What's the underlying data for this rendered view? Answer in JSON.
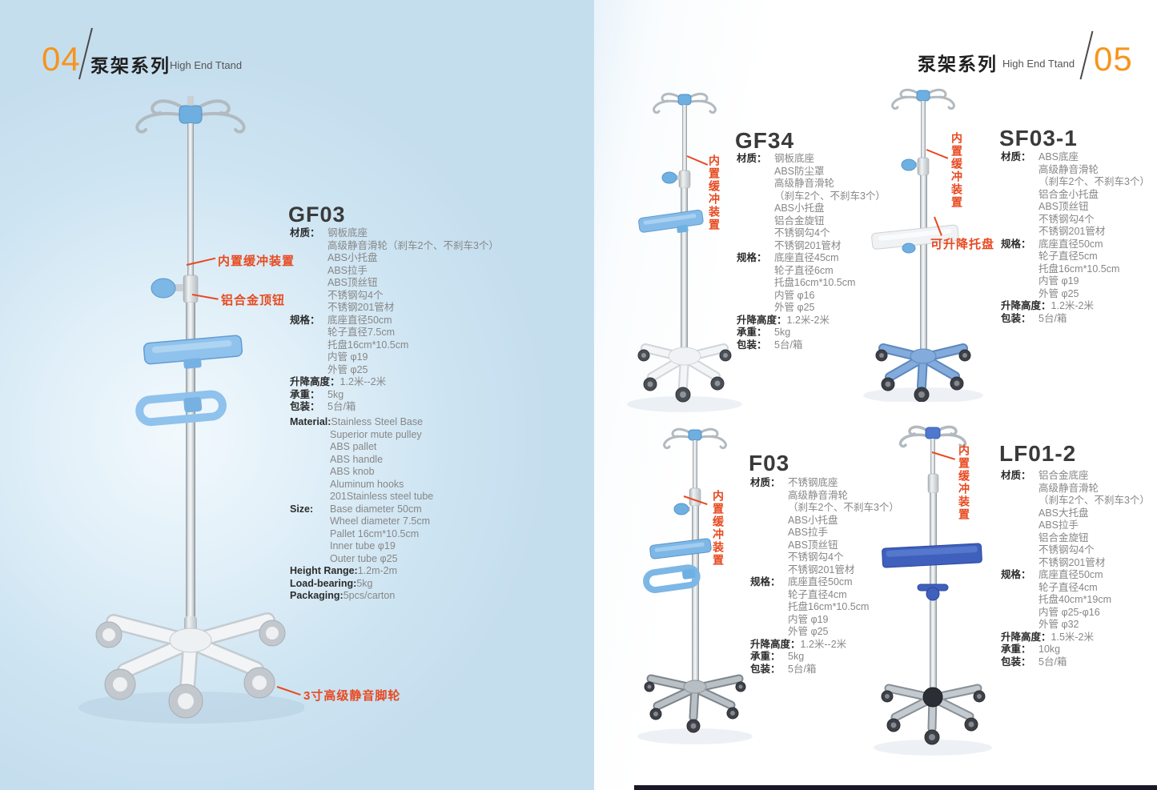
{
  "left_page": {
    "page_number": "04",
    "series_title_cn": "泵架系列",
    "series_title_en": "High End Ttand",
    "product": {
      "model": "GF03",
      "annotations": {
        "buffer": "内置缓冲装置",
        "knob": "铝合金顶钮",
        "caster": "3寸高级静音脚轮"
      },
      "specs_cn": [
        {
          "label": "材质：",
          "lines": [
            "钢板底座",
            "高级静音滑轮（刹车2个、不刹车3个）",
            "ABS小托盘",
            "ABS拉手",
            "ABS顶丝钮",
            "不锈钢勾4个",
            "不锈钢201管材"
          ]
        },
        {
          "label": "规格：",
          "lines": [
            "底座直径50cm",
            "轮子直径7.5cm",
            "托盘16cm*10.5cm",
            "内管 φ19",
            "外管 φ25"
          ]
        },
        {
          "label": "升降高度：",
          "lines": [
            "1.2米--2米"
          ]
        },
        {
          "label": "承重：",
          "lines": [
            "5kg"
          ]
        },
        {
          "label": "包装：",
          "lines": [
            "5台/箱"
          ]
        }
      ],
      "specs_en": [
        {
          "label": "Material:",
          "lines": [
            "Stainless Steel Base",
            "Superior mute pulley",
            "ABS pallet",
            "ABS handle",
            "ABS knob",
            "Aluminum hooks",
            "201Stainless steel tube"
          ]
        },
        {
          "label": "Size:",
          "lines": [
            "Base diameter 50cm",
            "Wheel diameter 7.5cm",
            "Pallet 16cm*10.5cm",
            "Inner tube φ19",
            "Outer tube φ25"
          ]
        },
        {
          "label": "Height Range:",
          "lines": [
            "1.2m-2m"
          ]
        },
        {
          "label": "Load-bearing:",
          "lines": [
            "5kg"
          ]
        },
        {
          "label": "Packaging:",
          "lines": [
            "5pcs/carton"
          ]
        }
      ]
    }
  },
  "right_page": {
    "page_number": "05",
    "series_title_cn": "泵架系列",
    "series_title_en": "High End Ttand",
    "products": [
      {
        "model": "GF34",
        "annotations": {
          "buffer": "内置缓冲装置"
        },
        "specs": [
          {
            "label": "材质：",
            "lines": [
              "钢板底座",
              "ABS防尘罩",
              "高级静音滑轮",
              "（刹车2个、不刹车3个）",
              "ABS小托盘",
              "铝合金旋钮",
              "不锈钢勾4个",
              "不锈钢201管材"
            ]
          },
          {
            "label": "规格：",
            "lines": [
              "底座直径45cm",
              "轮子直径6cm",
              "托盘16cm*10.5cm",
              "内管 φ16",
              "外管 φ25"
            ]
          },
          {
            "label": "升降高度：",
            "lines": [
              "1.2米-2米"
            ]
          },
          {
            "label": "承重：",
            "lines": [
              "5kg"
            ]
          },
          {
            "label": "包装：",
            "lines": [
              "5台/箱"
            ]
          }
        ]
      },
      {
        "model": "SF03-1",
        "annotations": {
          "buffer": "内置缓冲装置",
          "tray": "可升降托盘"
        },
        "specs": [
          {
            "label": "材质：",
            "lines": [
              "ABS底座",
              "高级静音滑轮",
              "（刹车2个、不刹车3个）",
              "铝合金小托盘",
              "ABS顶丝钮",
              "不锈钢勾4个",
              "不锈钢201管材"
            ]
          },
          {
            "label": "规格：",
            "lines": [
              "底座直径50cm",
              "轮子直径5cm",
              "托盘16cm*10.5cm",
              "内管 φ19",
              "外管 φ25"
            ]
          },
          {
            "label": "升降高度：",
            "lines": [
              "1.2米-2米"
            ]
          },
          {
            "label": "包装：",
            "lines": [
              "5台/箱"
            ]
          }
        ]
      },
      {
        "model": "F03",
        "annotations": {
          "buffer": "内置缓冲装置"
        },
        "specs": [
          {
            "label": "材质：",
            "lines": [
              "不锈钢底座",
              "高级静音滑轮",
              "（刹车2个、不刹车3个）",
              "ABS小托盘",
              "ABS拉手",
              "ABS顶丝钮",
              "不锈钢勾4个",
              "不锈钢201管材"
            ]
          },
          {
            "label": "规格：",
            "lines": [
              "底座直径50cm",
              "轮子直径4cm",
              "托盘16cm*10.5cm",
              "内管 φ19",
              "外管 φ25"
            ]
          },
          {
            "label": "升降高度：",
            "lines": [
              "1.2米--2米"
            ]
          },
          {
            "label": "承重：",
            "lines": [
              "5kg"
            ]
          },
          {
            "label": "包装：",
            "lines": [
              "5台/箱"
            ]
          }
        ]
      },
      {
        "model": "LF01-2",
        "annotations": {
          "buffer": "内置缓冲装置"
        },
        "specs": [
          {
            "label": "材质：",
            "lines": [
              "铝合金底座",
              "高级静音滑轮",
              "（刹车2个、不刹车3个）",
              "ABS大托盘",
              "ABS拉手",
              "铝合金旋钮",
              "不锈钢勾4个",
              "不锈钢201管材"
            ]
          },
          {
            "label": "规格：",
            "lines": [
              "底座直径50cm",
              "轮子直径4cm",
              "托盘40cm*19cm",
              "内管 φ25-φ16",
              "外管 φ32"
            ]
          },
          {
            "label": "升降高度：",
            "lines": [
              "1.5米-2米"
            ]
          },
          {
            "label": "承重：",
            "lines": [
              "10kg"
            ]
          },
          {
            "label": "包装：",
            "lines": [
              "5台/箱"
            ]
          }
        ]
      }
    ]
  },
  "colors": {
    "accent_orange": "#f7941d",
    "annotation_red": "#e8491f",
    "abs_blue": "#7db7e6",
    "dark_tray_blue": "#3f60bd",
    "left_page_bg": "#cfe5f3",
    "footer_bar": "#181829"
  }
}
